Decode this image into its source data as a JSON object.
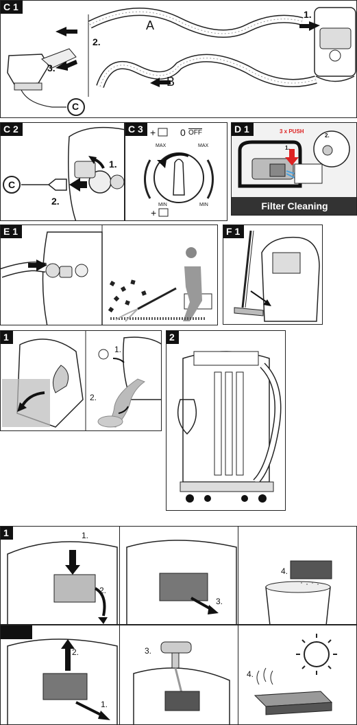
{
  "panels": {
    "c1": {
      "tag": "C 1",
      "step1": "1.",
      "step2": "2.",
      "step3": "3.",
      "hose_a": "A",
      "hose_b": "B",
      "plug": "C"
    },
    "c2": {
      "tag": "C 2",
      "step1": "1.",
      "step2": "2.",
      "plug": "C"
    },
    "c3": {
      "tag": "C 3",
      "plus_top": "+",
      "off_zero": "0",
      "off_text": "OFF",
      "max_left": "MAX",
      "max_right": "MAX",
      "min_left": "MIN",
      "min_right": "MIN",
      "plus_bottom": "+"
    },
    "d1": {
      "tag": "D 1",
      "push": "3 x PUSH",
      "step1": "1.",
      "step2": "2.",
      "caption": "Filter Cleaning"
    },
    "e1": {
      "tag": "E 1"
    },
    "f1": {
      "tag": "F 1"
    },
    "g1": {
      "tag": "1",
      "step1": "1.",
      "step2": "2."
    },
    "g2": {
      "tag": "2"
    },
    "h1": {
      "tag": "1",
      "step1": "1.",
      "step2": "2.",
      "step3": "3.",
      "step4": "4."
    },
    "h2": {
      "step1": "1.",
      "step2": "2.",
      "step3": "3.",
      "step4": "4."
    }
  }
}
